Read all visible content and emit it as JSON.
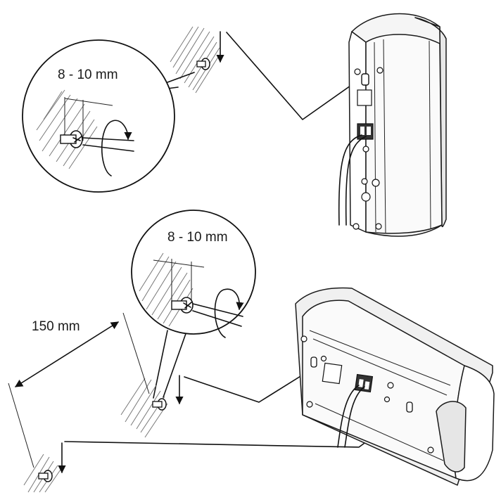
{
  "labels": {
    "detail_top_gap": "8 - 10 mm",
    "detail_bottom_gap": "8 - 10 mm",
    "screw_spacing": "150 mm"
  }
}
